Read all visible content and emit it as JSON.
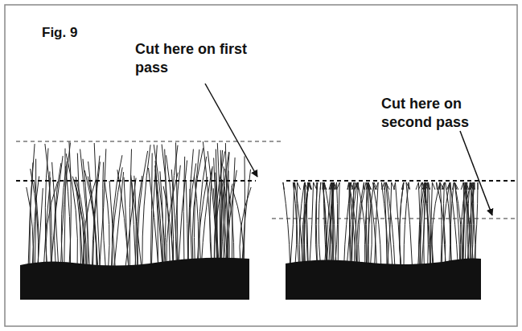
{
  "diagram": {
    "labels": [
      "Fig. 9",
      "Cut here on first pass",
      "Cut here on second pass"
    ]
  }
}
